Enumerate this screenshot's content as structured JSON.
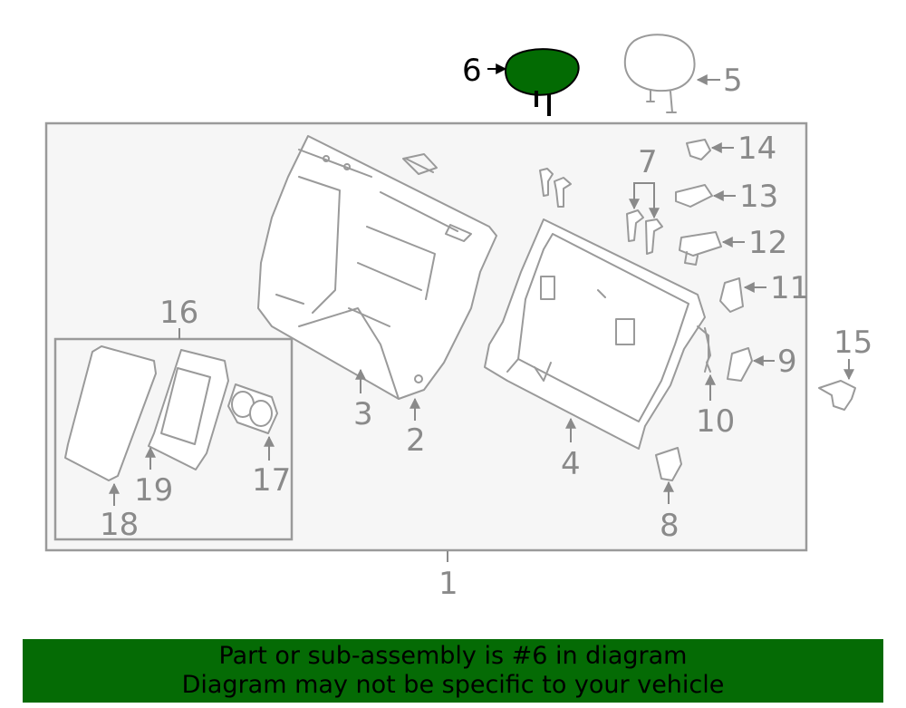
{
  "colors": {
    "highlight_fill": "#036b03",
    "banner_background": "#056b05",
    "part_stroke": "#9a9a9a",
    "panel_fill": "#f6f6f6"
  },
  "callouts": {
    "c1": "1",
    "c2": "2",
    "c3": "3",
    "c4": "4",
    "c5": "5",
    "c6": "6",
    "c7": "7",
    "c8": "8",
    "c9": "9",
    "c10": "10",
    "c11": "11",
    "c12": "12",
    "c13": "13",
    "c14": "14",
    "c15": "15",
    "c16": "16",
    "c17": "17",
    "c18": "18",
    "c19": "19"
  },
  "highlighted_part": "6",
  "banner": {
    "line1": "Part or sub-assembly is #6 in diagram",
    "line2": "Diagram may not be specific to your vehicle"
  }
}
